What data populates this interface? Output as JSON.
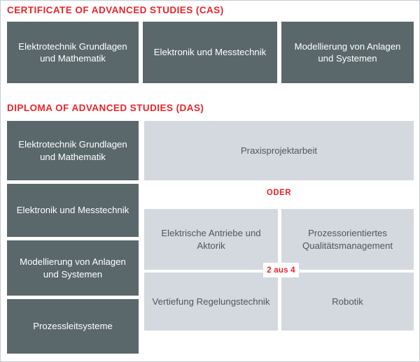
{
  "colors": {
    "accent_red": "#e8232a",
    "box_dark": "#5a686c",
    "box_light": "#d3d9de",
    "text_on_dark": "#ffffff",
    "text_on_light": "#4d585c",
    "page_background": "#ffffff",
    "outer_border": "#c3cbd2"
  },
  "cas": {
    "title": "CERTIFICATE OF ADVANCED STUDIES (CAS)",
    "modules": [
      {
        "label": "Elektrotechnik Grundlagen und Mathematik"
      },
      {
        "label": "Elektronik und Messtechnik"
      },
      {
        "label": "Modellierung von Anlagen und Systemen"
      }
    ]
  },
  "das": {
    "title": "DIPLOMA OF ADVANCED STUDIES (DAS)",
    "core_modules": [
      {
        "label": "Elektrotechnik Grundlagen und Mathematik"
      },
      {
        "label": "Elektronik und Messtechnik"
      },
      {
        "label": "Modellierung von Anlagen und Systemen"
      },
      {
        "label": "Prozessleitsysteme"
      }
    ],
    "project_option": {
      "label": "Praxisprojektarbeit"
    },
    "separator": {
      "label": "ODER"
    },
    "elective_badge": {
      "label": "2 aus 4"
    },
    "elective_modules": [
      {
        "label": "Elektrische Antriebe und Aktorik"
      },
      {
        "label": "Prozessorientiertes Qualitätsmanagement"
      },
      {
        "label": "Vertiefung Regelungstechnik"
      },
      {
        "label": "Robotik"
      }
    ]
  }
}
